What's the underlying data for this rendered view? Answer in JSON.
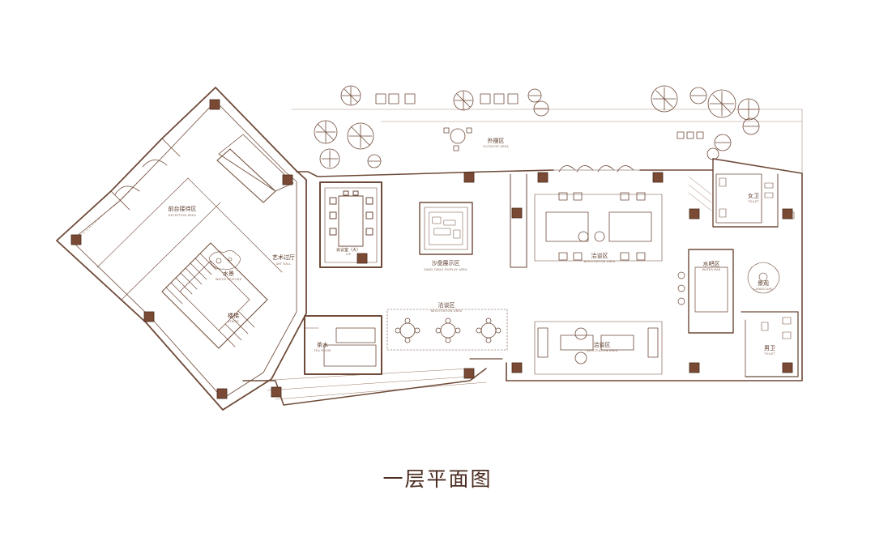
{
  "caption": "一层平面图",
  "rooms": {
    "reception": {
      "cn": "前台接待区",
      "en": "RECEPTION AREA"
    },
    "art_hall": {
      "cn": "艺术过厅",
      "en": "ART HALL"
    },
    "water_feature": {
      "cn": "水景",
      "en": "WATER FEATURE"
    },
    "stairs": {
      "cn": "楼梯",
      "en": "STAIRS"
    },
    "vip_room": {
      "cn": "会议室（大）",
      "en": "VIP"
    },
    "sand_table": {
      "cn": "沙盘展示区",
      "en": "SAND TABLE DISPLAY AREA"
    },
    "outdoor": {
      "cn": "外摆区",
      "en": "OUTDOOR AREA"
    },
    "negotiation_1": {
      "cn": "洽谈区",
      "en": "NEGOTIATION AREA"
    },
    "negotiation_2": {
      "cn": "洽谈区",
      "en": "NEGOTIATION AREA"
    },
    "negotiation_3": {
      "cn": "洽谈区",
      "en": "NEGOTIATION AREA"
    },
    "tea_room": {
      "cn": "茶水",
      "en": "TEA ROOM"
    },
    "water_bar": {
      "cn": "水吧区",
      "en": "WATER BAR"
    },
    "female_wc": {
      "cn": "女卫",
      "en": "TOILET"
    },
    "male_wc": {
      "cn": "男卫",
      "en": "TOILET"
    },
    "landscape": {
      "cn": "景观",
      "en": "LANDSCAPE"
    }
  },
  "colors": {
    "ink": "#6e4a38",
    "column": "#7a4a35",
    "paper": "#ffffff"
  }
}
